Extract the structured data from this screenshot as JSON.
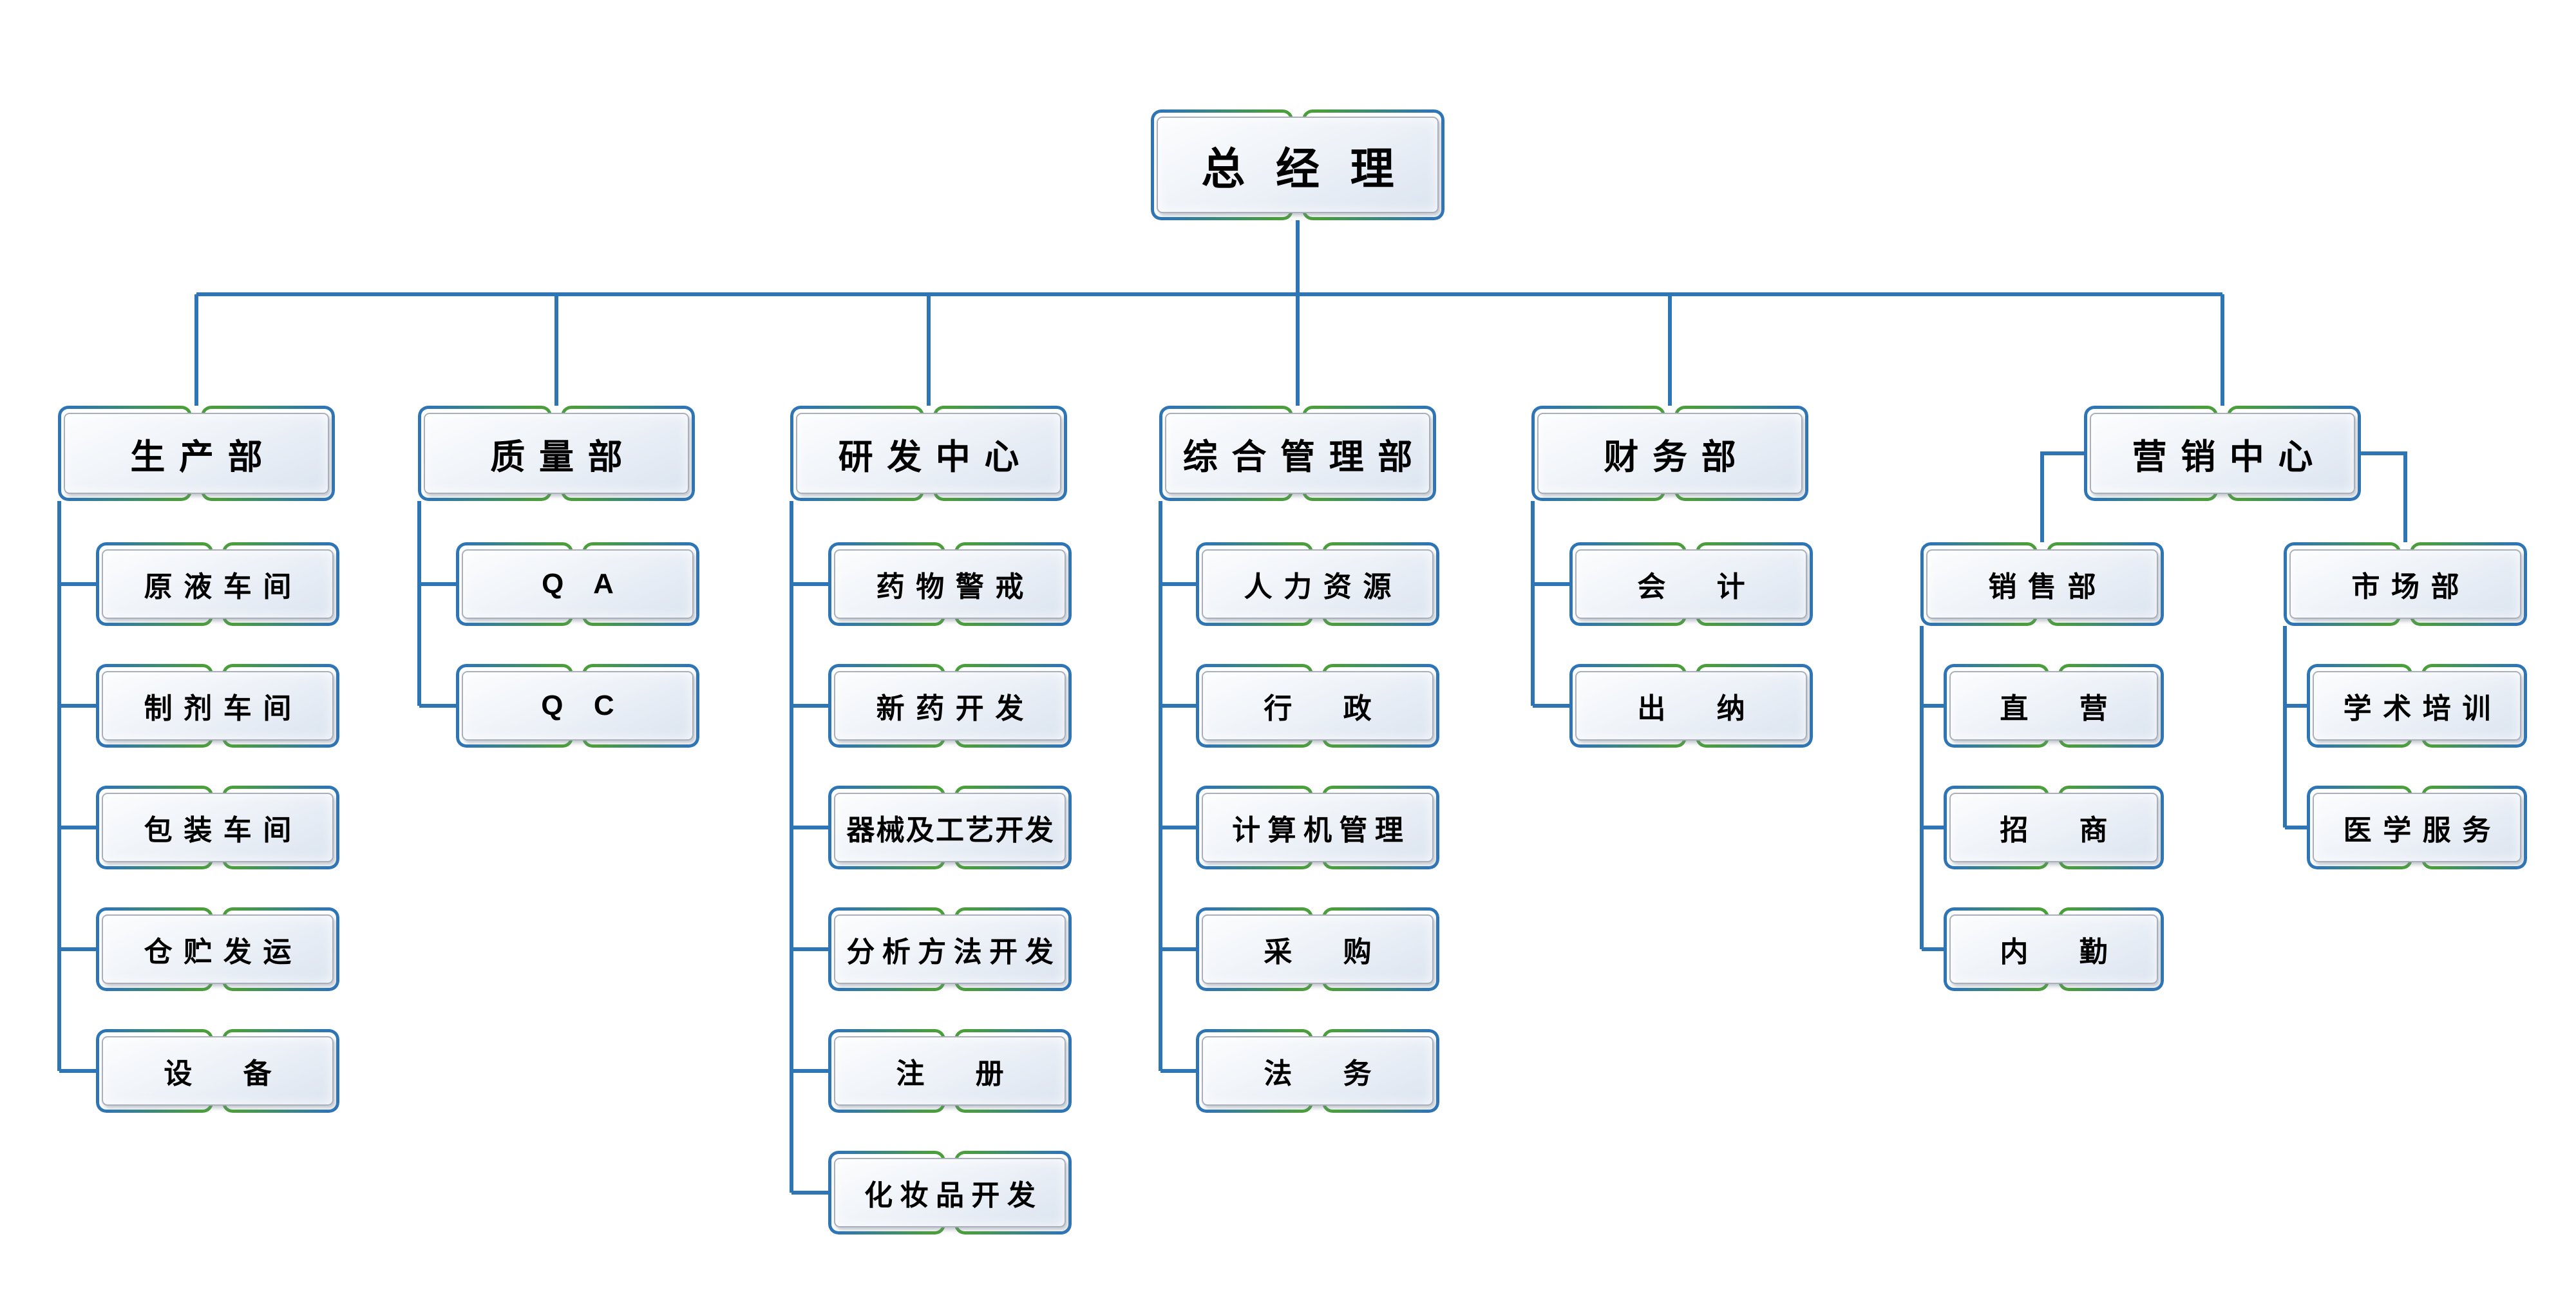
{
  "colors": {
    "frame_blue": "#2E75B6",
    "frame_green": "#4A9E3C",
    "connector": "#2E75B6",
    "text": "#000000"
  },
  "org_chart": {
    "root": {
      "label": "总经理"
    },
    "departments": [
      {
        "label": "生产部",
        "children": [
          {
            "label": "原液车间"
          },
          {
            "label": "制剂车间"
          },
          {
            "label": "包装车间"
          },
          {
            "label": "仓贮发运"
          },
          {
            "label": "设　备"
          }
        ]
      },
      {
        "label": "质量部",
        "children": [
          {
            "label": "Q A"
          },
          {
            "label": "Q C"
          }
        ]
      },
      {
        "label": "研发中心",
        "children": [
          {
            "label": "药物警戒"
          },
          {
            "label": "新药开发"
          },
          {
            "label": "器械及工艺开发"
          },
          {
            "label": "分析方法开发"
          },
          {
            "label": "注　册"
          },
          {
            "label": "化妆品开发"
          }
        ]
      },
      {
        "label": "综合管理部",
        "children": [
          {
            "label": "人力资源"
          },
          {
            "label": "行　政"
          },
          {
            "label": "计算机管理"
          },
          {
            "label": "采　购"
          },
          {
            "label": "法　务"
          }
        ]
      },
      {
        "label": "财务部",
        "children": [
          {
            "label": "会　计"
          },
          {
            "label": "出　纳"
          }
        ]
      },
      {
        "label": "营销中心",
        "children": [
          {
            "label": "销售部",
            "children": [
              {
                "label": "直　营"
              },
              {
                "label": "招　商"
              },
              {
                "label": "内　勤"
              }
            ]
          },
          {
            "label": "市场部",
            "children": [
              {
                "label": "学术培训"
              },
              {
                "label": "医学服务"
              }
            ]
          }
        ]
      }
    ]
  }
}
